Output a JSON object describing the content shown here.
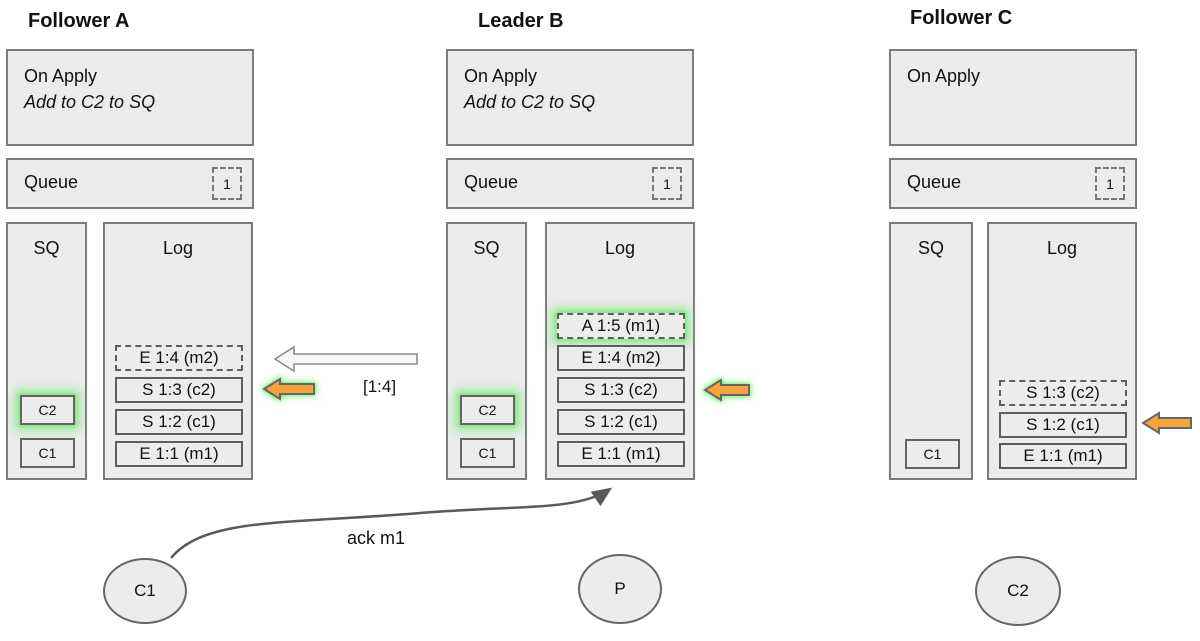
{
  "columns": [
    {
      "title": "Follower A",
      "on_apply": {
        "title": "On Apply",
        "note": "Add to C2 to SQ"
      },
      "queue": {
        "label": "Queue",
        "count": "1"
      },
      "sq": {
        "label": "SQ",
        "items": [
          {
            "label": "C2",
            "highlighted": true
          },
          {
            "label": "C1",
            "highlighted": false
          }
        ]
      },
      "log": {
        "label": "Log",
        "entries": [
          {
            "text": "E 1:4 (m2)",
            "border": "dashed",
            "highlighted": false
          },
          {
            "text": "S 1:3 (c2)",
            "border": "solid",
            "highlighted": false
          },
          {
            "text": "S 1:2 (c1)",
            "border": "solid",
            "highlighted": false
          },
          {
            "text": "E 1:1 (m1)",
            "border": "solid",
            "highlighted": false
          }
        ]
      }
    },
    {
      "title": "Leader B",
      "on_apply": {
        "title": "On Apply",
        "note": "Add to C2 to SQ"
      },
      "queue": {
        "label": "Queue",
        "count": "1"
      },
      "sq": {
        "label": "SQ",
        "items": [
          {
            "label": "C2",
            "highlighted": true
          },
          {
            "label": "C1",
            "highlighted": false
          }
        ]
      },
      "log": {
        "label": "Log",
        "entries": [
          {
            "text": "A 1:5 (m1)",
            "border": "dashed",
            "highlighted": true
          },
          {
            "text": "E 1:4 (m2)",
            "border": "solid",
            "highlighted": false
          },
          {
            "text": "S 1:3 (c2)",
            "border": "solid",
            "highlighted": false
          },
          {
            "text": "S 1:2 (c1)",
            "border": "solid",
            "highlighted": false
          },
          {
            "text": "E 1:1 (m1)",
            "border": "solid",
            "highlighted": false
          }
        ]
      }
    },
    {
      "title": "Follower C",
      "on_apply": {
        "title": "On Apply",
        "note": ""
      },
      "queue": {
        "label": "Queue",
        "count": "1"
      },
      "sq": {
        "label": "SQ",
        "items": [
          {
            "label": "C1",
            "highlighted": false
          }
        ]
      },
      "log": {
        "label": "Log",
        "entries": [
          {
            "text": "S 1:3 (c2)",
            "border": "dashed",
            "highlighted": false
          },
          {
            "text": "S 1:2 (c1)",
            "border": "solid",
            "highlighted": false
          },
          {
            "text": "E 1:1 (m1)",
            "border": "solid",
            "highlighted": false
          }
        ]
      }
    }
  ],
  "arrows": {
    "replicate_label": "[1:4]",
    "ack_label": "ack m1"
  },
  "actors": [
    {
      "label": "C1"
    },
    {
      "label": "P"
    },
    {
      "label": "C2"
    }
  ],
  "colors": {
    "box_fill": "#ececec",
    "box_border": "#7b7b7b",
    "arrow_orange": "#f5a33c",
    "arrow_white": "#f7f7f7",
    "glow_green": "#7fe87f",
    "arrow_gray": "#595959"
  }
}
